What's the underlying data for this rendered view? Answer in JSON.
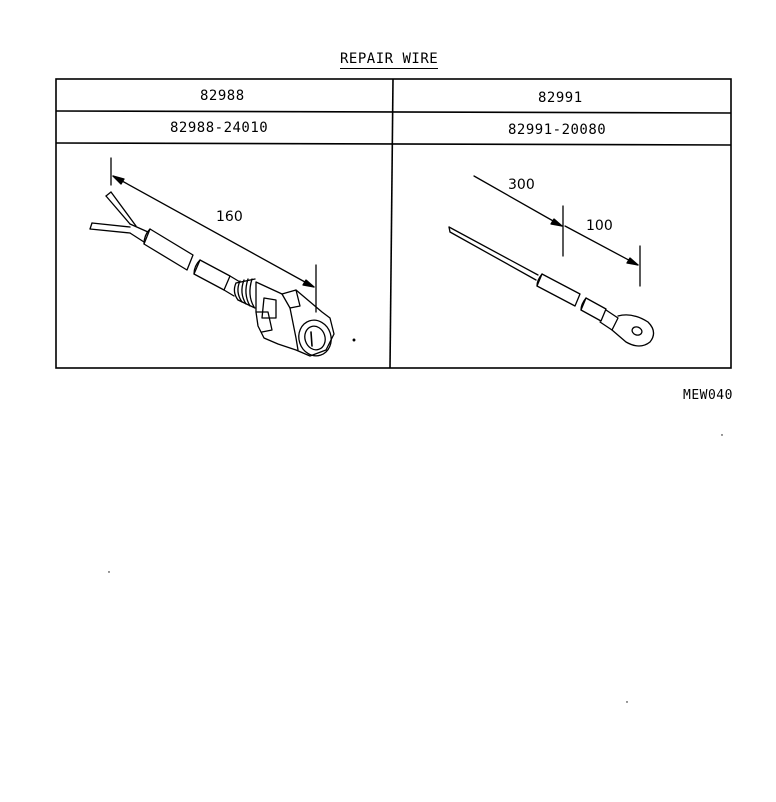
{
  "title": "REPAIR WIRE",
  "left": {
    "part_number": "82988",
    "sub_part_number": "82988-24010",
    "dimension": "160"
  },
  "right": {
    "part_number": "82991",
    "sub_part_number": "82991-20080",
    "dimension_total": "300",
    "dimension_terminal": "100"
  },
  "reference_code": "MEW040"
}
